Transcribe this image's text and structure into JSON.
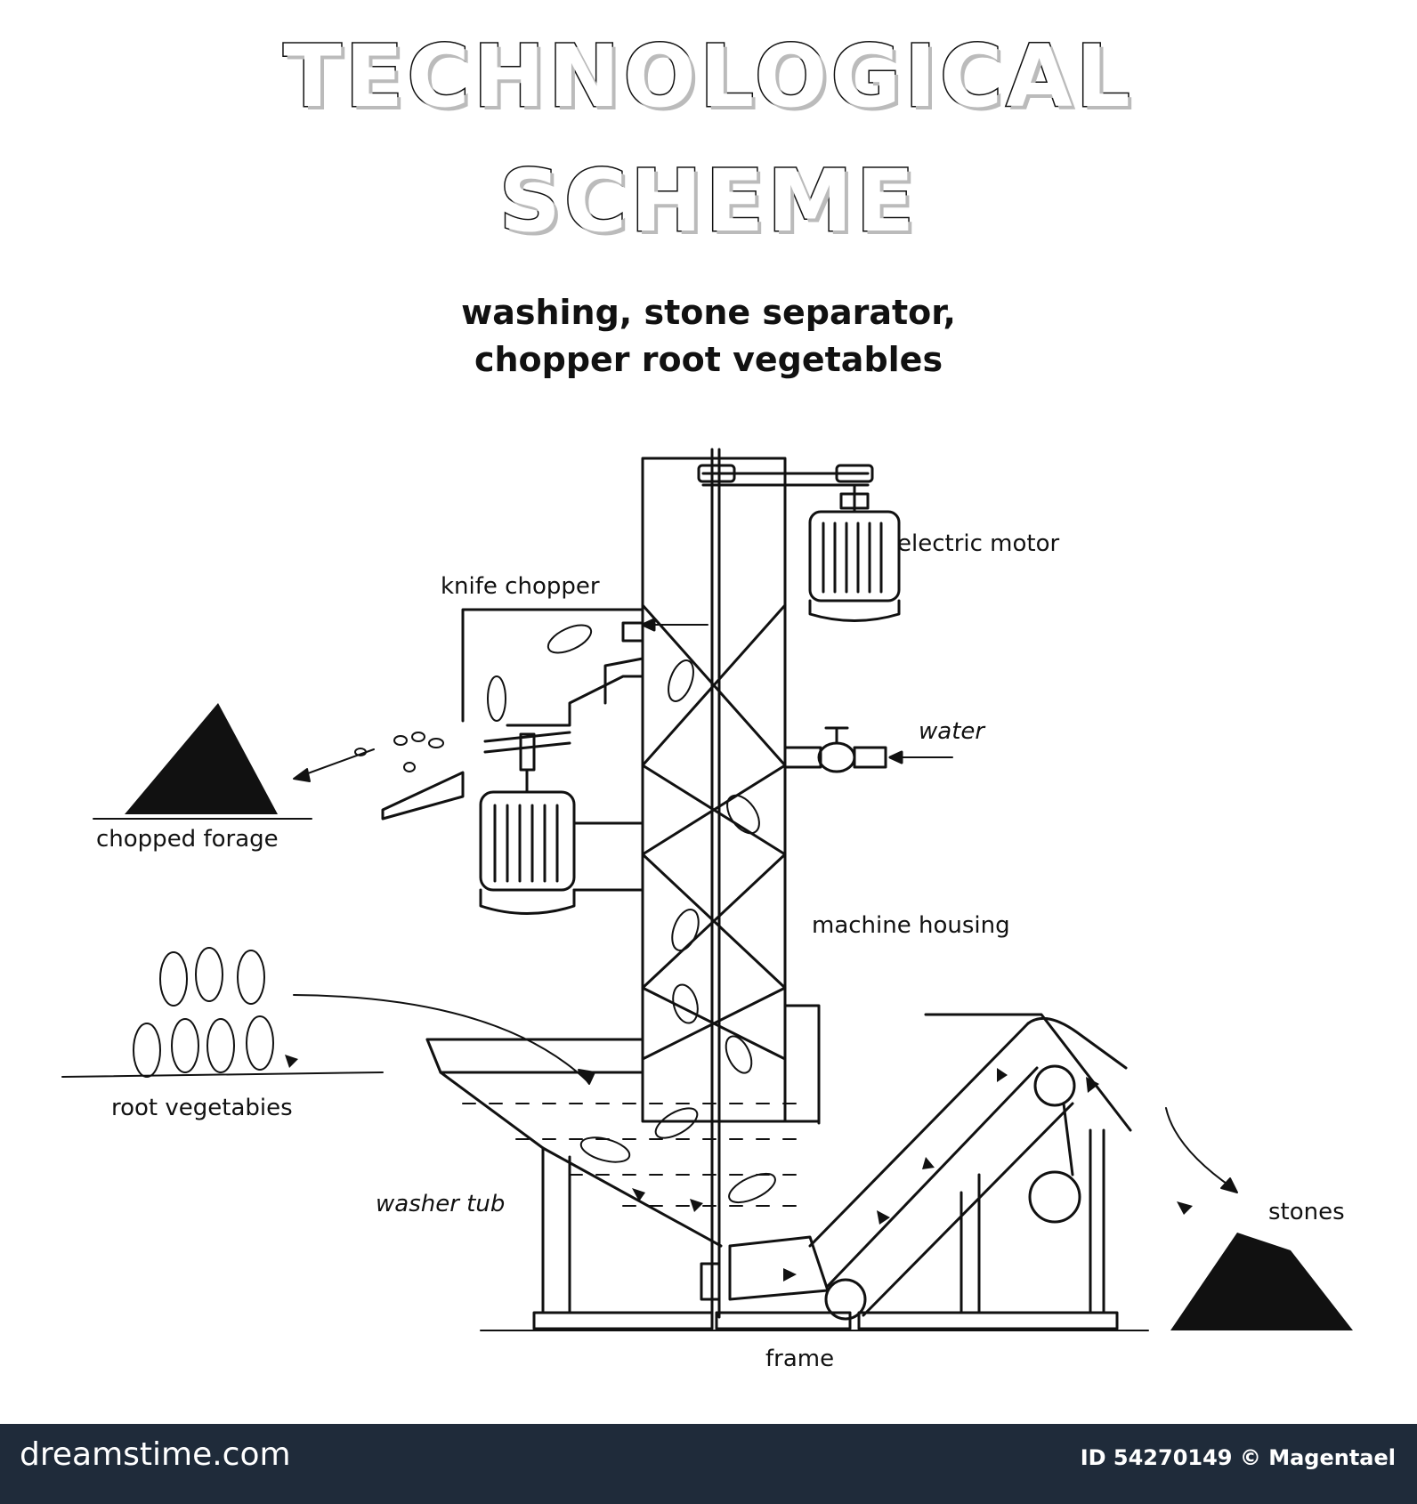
{
  "title": {
    "line1": "TECHNOLOGICAL",
    "line2": "SCHEME"
  },
  "subtitle": {
    "line1": "washing, stone separator,",
    "line2": "chopper root vegetables"
  },
  "labels": {
    "electric_motor": "electric motor",
    "knife_chopper": "knife chopper",
    "water": "water",
    "chopped_forage": "chopped forage",
    "machine_housing": "machine housing",
    "root_vegetables": "root vegetabies",
    "washer_tub": "washer tub",
    "stones": "stones",
    "frame": "frame"
  },
  "footer": {
    "brand": "dreamstime.com",
    "credit": "ID 54270149 © Magentael"
  },
  "colors": {
    "ink": "#111111",
    "footer_bg": "#1f2b3a",
    "footer_text": "#ffffff"
  }
}
